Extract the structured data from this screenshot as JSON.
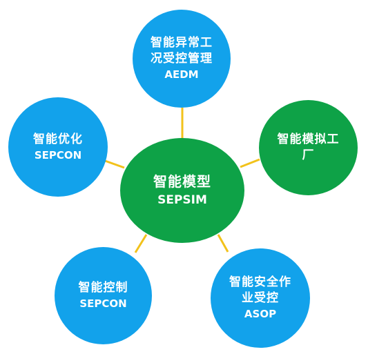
{
  "colors": {
    "center": "#0ea247",
    "satellite": "#12a2eb",
    "factory": "#0ea247",
    "connector": "#f2c21b"
  },
  "nodes": {
    "center": {
      "cn": "智能模型",
      "en": "SEPSIM"
    },
    "aedm": {
      "cn": "智能异常工\n况受控管理",
      "en": "AEDM"
    },
    "optimize": {
      "cn": "智能优化",
      "en": "SEPCON"
    },
    "factory": {
      "cn": "智能模拟工\n厂",
      "en": ""
    },
    "control": {
      "cn": "智能控制",
      "en": "SEPCON"
    },
    "asop": {
      "cn": "智能安全作\n业受控",
      "en": "ASOP"
    }
  }
}
